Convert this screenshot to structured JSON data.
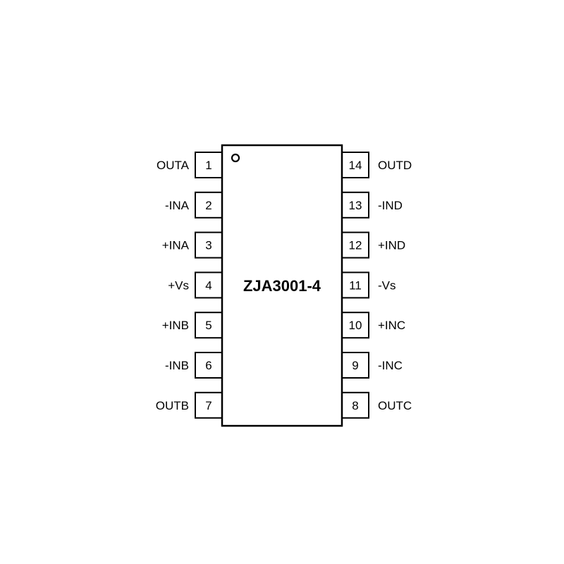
{
  "chip": {
    "part_number": "ZJA3001-4",
    "pin1_marker": "circle"
  },
  "left_pins": [
    {
      "number": "1",
      "name": "OUTA"
    },
    {
      "number": "2",
      "name": "-INA"
    },
    {
      "number": "3",
      "name": "+INA"
    },
    {
      "number": "4",
      "name": "+Vs"
    },
    {
      "number": "5",
      "name": "+INB"
    },
    {
      "number": "6",
      "name": "-INB"
    },
    {
      "number": "7",
      "name": "OUTB"
    }
  ],
  "right_pins": [
    {
      "number": "14",
      "name": "OUTD"
    },
    {
      "number": "13",
      "name": "-IND"
    },
    {
      "number": "12",
      "name": "+IND"
    },
    {
      "number": "11",
      "name": "-Vs"
    },
    {
      "number": "10",
      "name": "+INC"
    },
    {
      "number": "9",
      "name": "-INC"
    },
    {
      "number": "8",
      "name": "OUTC"
    }
  ]
}
